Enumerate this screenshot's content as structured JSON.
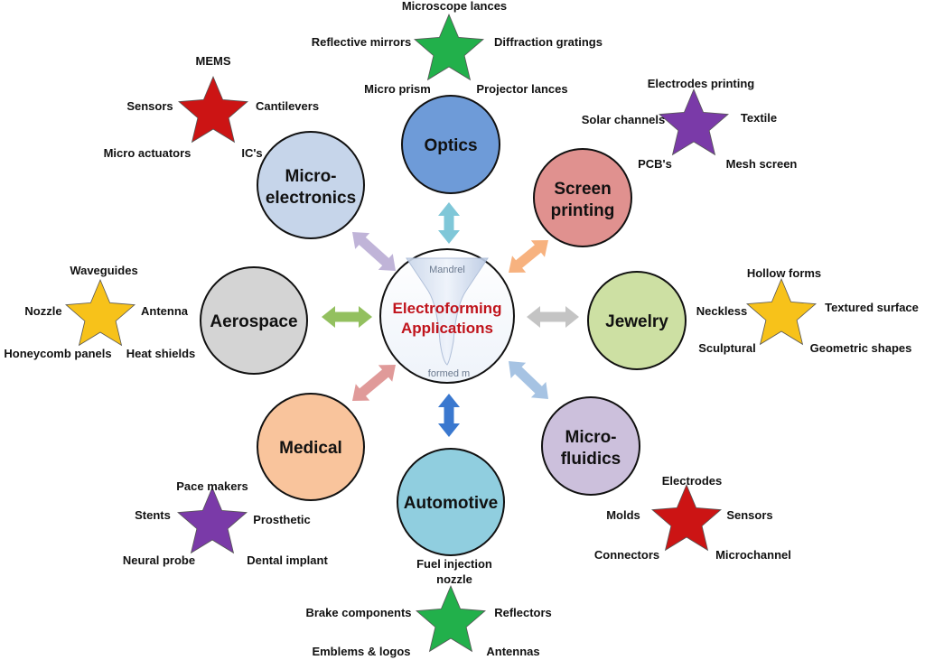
{
  "center": {
    "line1": "Electroforming",
    "line2": "Applications",
    "mandrel_label": "Mandrel",
    "formed_label": "formed m",
    "fill": "#ffffff"
  },
  "categories": [
    {
      "key": "optics",
      "line1": "Optics",
      "line2": "",
      "fill": "#6e9bd8",
      "arrow_color": "#7fc7d8",
      "star_color": "#22b04b",
      "items": [
        "Microscope lances",
        "Reflective mirrors",
        "Diffraction gratings",
        "Micro prism",
        "Projector lances"
      ]
    },
    {
      "key": "screen-printing",
      "line1": "Screen",
      "line2": "printing",
      "fill": "#e0918f",
      "arrow_color": "#f7b27f",
      "star_color": "#7a3aa8",
      "items": [
        "Electrodes printing",
        "Solar channels",
        "Textile",
        "PCB's",
        "Mesh screen"
      ]
    },
    {
      "key": "jewelry",
      "line1": "Jewelry",
      "line2": "",
      "fill": "#cde0a3",
      "arrow_color": "#c4c4c4",
      "star_color": "#f7c21a",
      "items": [
        "Hollow forms",
        "Neckless",
        "Textured surface",
        "Sculptural",
        "Geometric shapes"
      ]
    },
    {
      "key": "microfluidics",
      "line1": "Micro-",
      "line2": "fluidics",
      "fill": "#ccc0dc",
      "arrow_color": "#a6c3e3",
      "star_color": "#cc1414",
      "items": [
        "Electrodes",
        "Molds",
        "Sensors",
        "Connectors",
        "Microchannel"
      ]
    },
    {
      "key": "automotive",
      "line1": "Automotive",
      "line2": "",
      "fill": "#90cedf",
      "arrow_color": "#3a78cf",
      "star_color": "#22b04b",
      "items": [
        "Fuel injection",
        "nozzle",
        "Brake components",
        "Reflectors",
        "Emblems & logos",
        "Antennas"
      ]
    },
    {
      "key": "medical",
      "line1": "Medical",
      "line2": "",
      "fill": "#f9c49c",
      "arrow_color": "#e09a99",
      "star_color": "#7a3aa8",
      "items": [
        "Pace makers",
        "Stents",
        "Prosthetic",
        "Neural probe",
        "Dental implant"
      ]
    },
    {
      "key": "aerospace",
      "line1": "Aerospace",
      "line2": "",
      "fill": "#d4d4d4",
      "arrow_color": "#93c05f",
      "star_color": "#f7c21a",
      "items": [
        "Waveguides",
        "Nozzle",
        "Antenna",
        "Honeycomb panels",
        "Heat shields"
      ]
    },
    {
      "key": "microelectronics",
      "line1": "Micro-",
      "line2": "electronics",
      "fill": "#c6d5ea",
      "arrow_color": "#c0b4d8",
      "star_color": "#cc1414",
      "items": [
        "MEMS",
        "Sensors",
        "Cantilevers",
        "Micro actuators",
        "IC's"
      ]
    }
  ]
}
